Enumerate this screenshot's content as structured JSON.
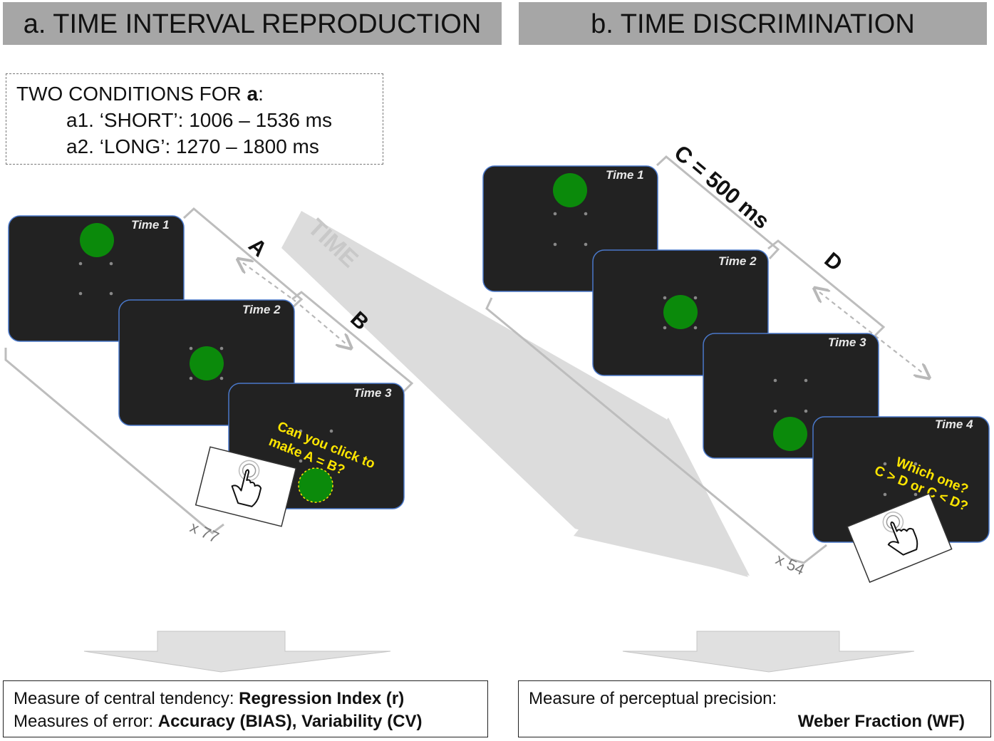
{
  "headers": {
    "a": "a. TIME INTERVAL REPRODUCTION",
    "b": "b. TIME DISCRIMINATION"
  },
  "conditions": {
    "title_prefix": "TWO CONDITIONS FOR ",
    "title_bold": "a",
    "title_suffix": ":",
    "short": "a1. ‘SHORT’: 1006 – 1536 ms",
    "long": "a2. ‘LONG’: 1270 – 1800 ms"
  },
  "panel_a": {
    "screens": [
      "Time 1",
      "Time 2",
      "Time 3"
    ],
    "question_line1": "Can you click to",
    "question_line2": "make A = B?",
    "interval_a": "A",
    "interval_b": "B",
    "repetitions": "x 77"
  },
  "time_arrow_label": "TIME",
  "panel_b": {
    "screens": [
      "Time 1",
      "Time 2",
      "Time 3",
      "Time 4"
    ],
    "interval_c": "C = 500 ms",
    "interval_d": "D",
    "question_line1": "Which one?",
    "question_line2": "C  >  D or C  <  D?",
    "repetitions": "x 54"
  },
  "results": {
    "a_line1_prefix": "Measure of central tendency: ",
    "a_line1_bold": "Regression Index (r)",
    "a_line2_prefix": "Measures of error: ",
    "a_line2_bold": "Accuracy (BIAS), Variability (CV)",
    "b_line1": "Measure of perceptual precision:",
    "b_line2_bold": "Weber Fraction (WF)"
  },
  "colors": {
    "header_bg": "#a6a6a6",
    "screen_bg": "#222222",
    "stimulus": "#0b8a0b",
    "question": "#ffe600",
    "bracket": "#bdbdbd",
    "time_arrow": "#dcdcdc"
  }
}
